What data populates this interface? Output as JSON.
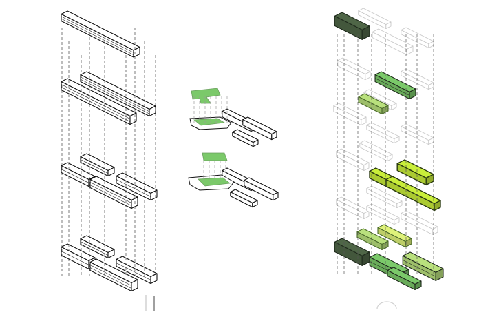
{
  "diagram": {
    "panels": [
      {
        "name": "left-exploded-axonometric",
        "style": "line-drawing"
      },
      {
        "name": "center-floor-plates",
        "style": "highlighted-green"
      },
      {
        "name": "right-exploded-axonometric",
        "style": "green-shaded"
      }
    ],
    "colors": {
      "line": "#111111",
      "ghost_line": "#c8c8c8",
      "dash_line": "#444444",
      "dark_green": "#4f6647",
      "mid_green": "#7bc96a",
      "light_green": "#b9e07d",
      "lime": "#c9ee3a",
      "pale_lime": "#dff27a"
    }
  }
}
